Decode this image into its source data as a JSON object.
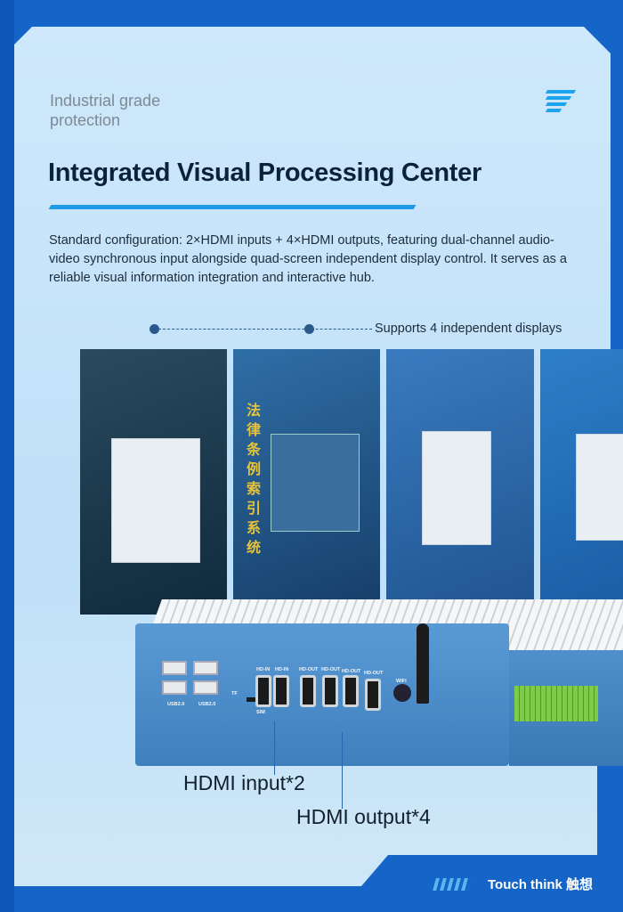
{
  "header": {
    "subtitle": "Industrial grade protection",
    "title": "Integrated Visual Processing Center",
    "menu_icon": "menu-lines-icon"
  },
  "description": "Standard configuration: 2×HDMI inputs + 4×HDMI outputs, featuring dual-channel audio-video synchronous input alongside quad-screen independent display control. It serves as a reliable visual information integration and interactive hub.",
  "displays": {
    "caption": "Supports 4 independent displays",
    "screen2_vertical": "法律条例索引系统"
  },
  "callouts": {
    "input": "HDMI input*2",
    "output": "HDMI output*4"
  },
  "ports": {
    "in": [
      "HD-IN",
      "HD-IN"
    ],
    "out": [
      "HD-OUT",
      "HD-OUT",
      "HD-OUT",
      "HD-OUT"
    ],
    "usb": [
      "USB2.0",
      "USB2.0"
    ],
    "wifi": "WIFI",
    "tf": "TF",
    "sim": "SIM"
  },
  "brand": {
    "logo": "Touch think 触想"
  },
  "colors": {
    "accent": "#1e9ae6",
    "frame": "#1565c8"
  }
}
